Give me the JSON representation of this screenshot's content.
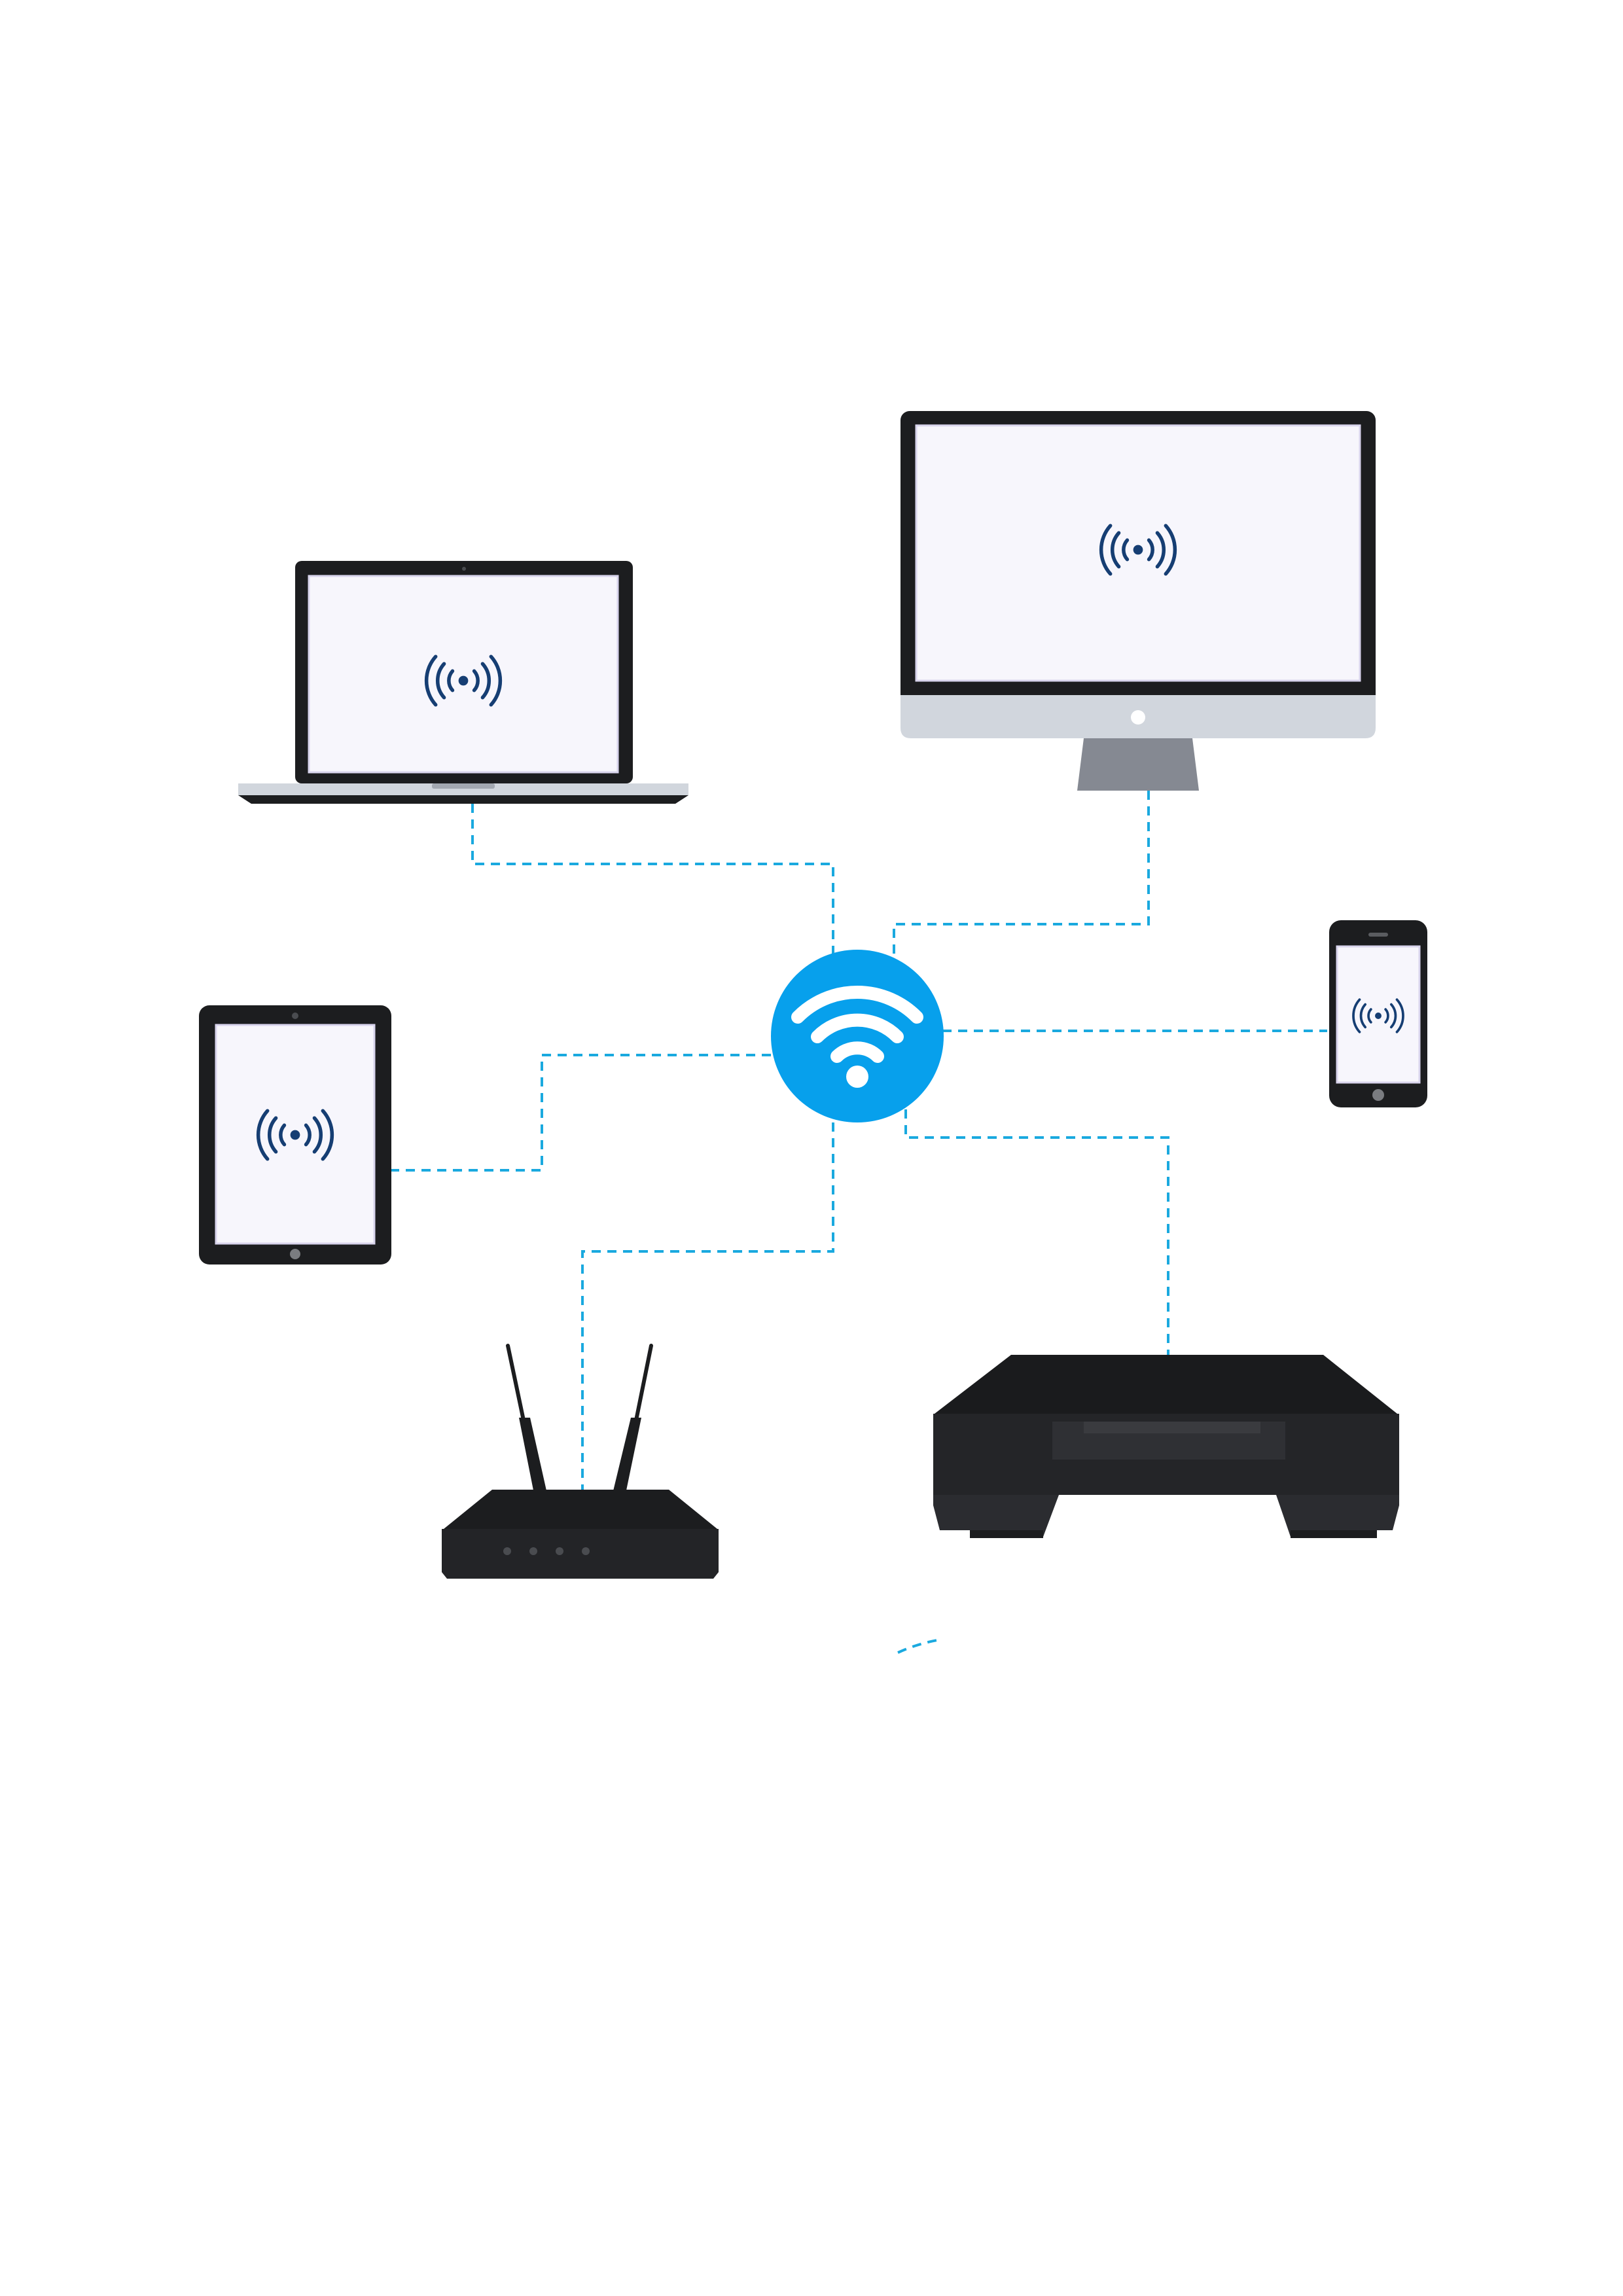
{
  "colors": {
    "background": "#ffffff",
    "connector": "#1aa9df",
    "hub": "#07a0ec",
    "device_body": "#1c1d1f",
    "screen": "#f7f6fc",
    "signal_icon": "#163e73",
    "silver": "#d1d6dd",
    "stand": "#858992"
  },
  "hub": {
    "icon": "wifi-icon"
  },
  "devices": [
    {
      "name": "laptop",
      "icon": "broadcast-signal-icon"
    },
    {
      "name": "desktop-monitor",
      "icon": "broadcast-signal-icon"
    },
    {
      "name": "tablet",
      "icon": "broadcast-signal-icon"
    },
    {
      "name": "smartphone",
      "icon": "broadcast-signal-icon"
    },
    {
      "name": "router",
      "icon": "router-icon"
    },
    {
      "name": "printer",
      "icon": "printer-icon"
    }
  ]
}
